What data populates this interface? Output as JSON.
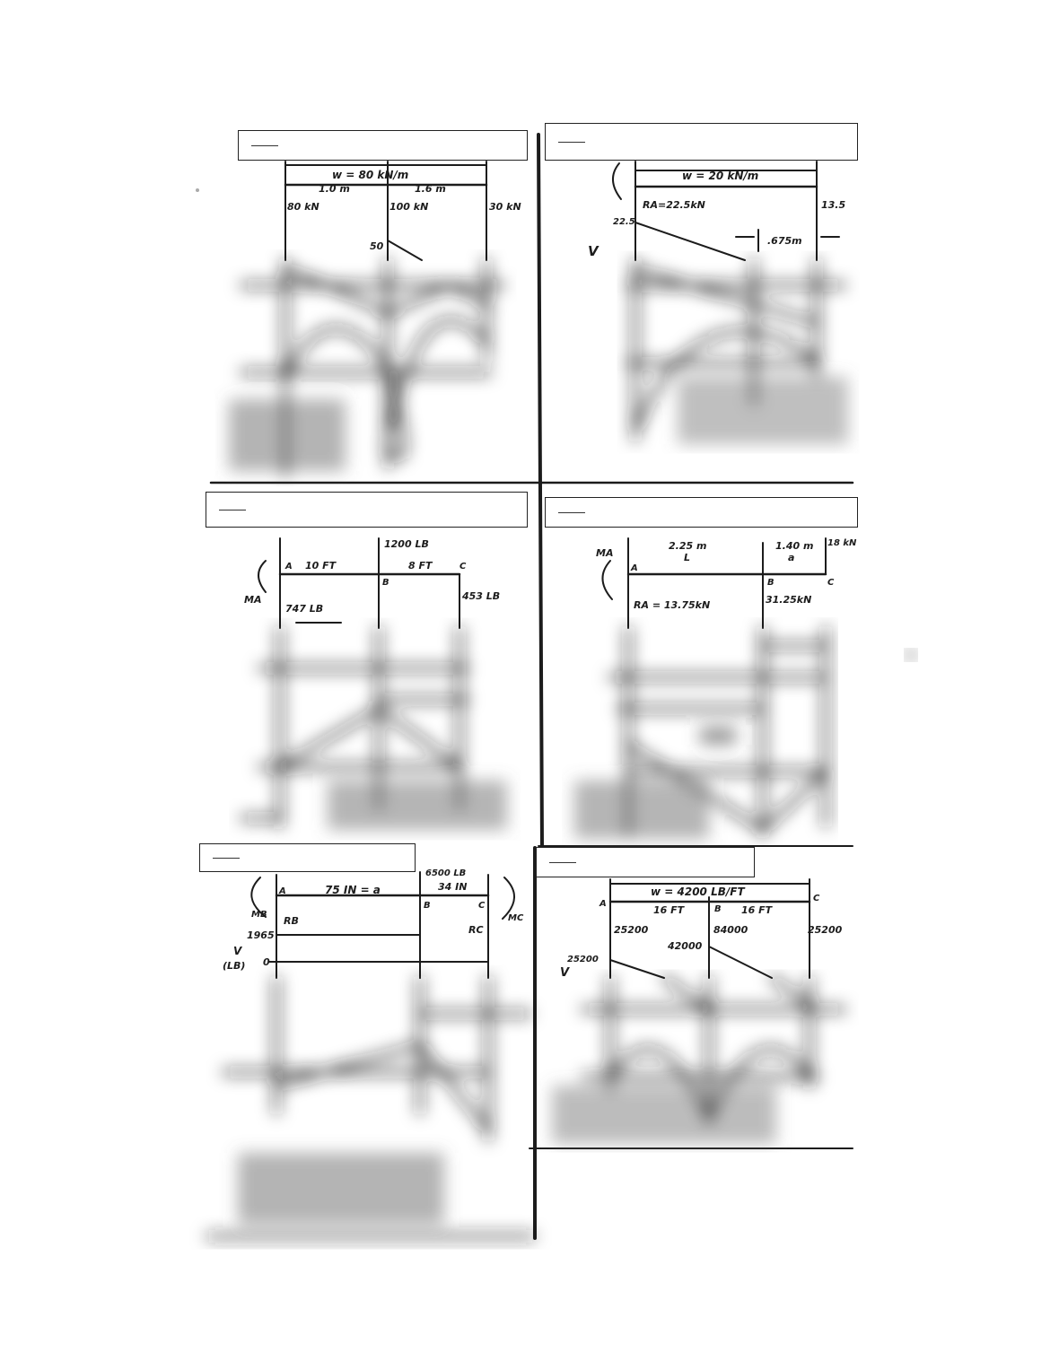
{
  "panels": [
    {
      "id": "p1",
      "labels": {
        "load": "w = 80 kN/m",
        "span1": "1.0 m",
        "span2": "1.6 m",
        "r1": "80 kN",
        "r2": "100 kN",
        "r3": "30 kN",
        "v1": "50"
      }
    },
    {
      "id": "p2",
      "labels": {
        "load": "w = 20 kN/m",
        "ra": "RA=22.5kN",
        "rb": "13.5",
        "v0": "22.5",
        "dist": ".675m",
        "vaxis": "V"
      }
    },
    {
      "id": "p3",
      "labels": {
        "p": "1200 LB",
        "a": "A",
        "b": "B",
        "c": "C",
        "s1": "10 FT",
        "s2": "8 FT",
        "ma": "MA",
        "r1": "747 LB",
        "r2": "453 LB"
      }
    },
    {
      "id": "p4",
      "labels": {
        "ma": "MA",
        "s1": "2.25 m",
        "sL": "L",
        "s2": "1.40 m",
        "sa": "a",
        "r3": "18 kN",
        "a": "A",
        "b": "B",
        "c": "C",
        "ra": "RA = 13.75kN",
        "rb": "31.25kN"
      }
    },
    {
      "id": "p5",
      "labels": {
        "s1": "75 IN = a",
        "p": "6500 LB",
        "s2": "34 IN",
        "a": "A",
        "b": "B",
        "c": "C",
        "mb": "MB",
        "mc": "MC",
        "rb": "RB",
        "rc": "RC",
        "v0": "1965",
        "vaxis": "V",
        "vunit": "(LB)",
        "zero": "0"
      }
    },
    {
      "id": "p6",
      "labels": {
        "load": "w = 4200 LB/FT",
        "a": "A",
        "b": "B",
        "c": "C",
        "s1": "16 FT",
        "s2": "16 FT",
        "r1": "25200",
        "r2": "84000",
        "r3": "25200",
        "v2": "42000",
        "v0": "25200",
        "vaxis": "V"
      }
    }
  ]
}
